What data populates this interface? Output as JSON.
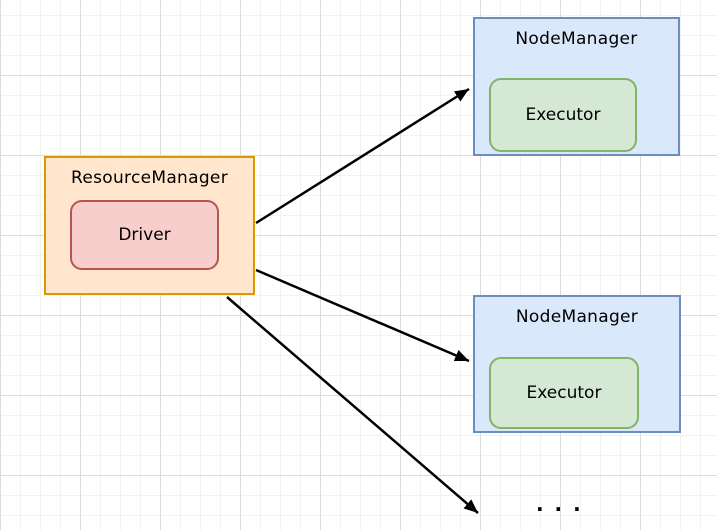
{
  "diagram": {
    "resource_manager": {
      "label": "ResourceManager"
    },
    "driver": {
      "label": "Driver"
    },
    "node_manager_top": {
      "label": "NodeManager"
    },
    "executor_top": {
      "label": "Executor"
    },
    "node_manager_bottom": {
      "label": "NodeManager"
    },
    "executor_bottom": {
      "label": "Executor"
    },
    "more_nodes_ellipsis": ". . ."
  },
  "colors": {
    "rm_fill": "#FFE6CC",
    "rm_border": "#D79B00",
    "driver_fill": "#F8CECC",
    "driver_border": "#B85450",
    "nm_fill": "#DAE8FC",
    "nm_border": "#6C8EBF",
    "exec_fill": "#D5E8D4",
    "exec_border": "#82B366",
    "arrow": "#000000",
    "grid_minor": "#F2F2F2",
    "grid_major": "#DCDCDC",
    "canvas_bg": "#FFFFFF"
  }
}
